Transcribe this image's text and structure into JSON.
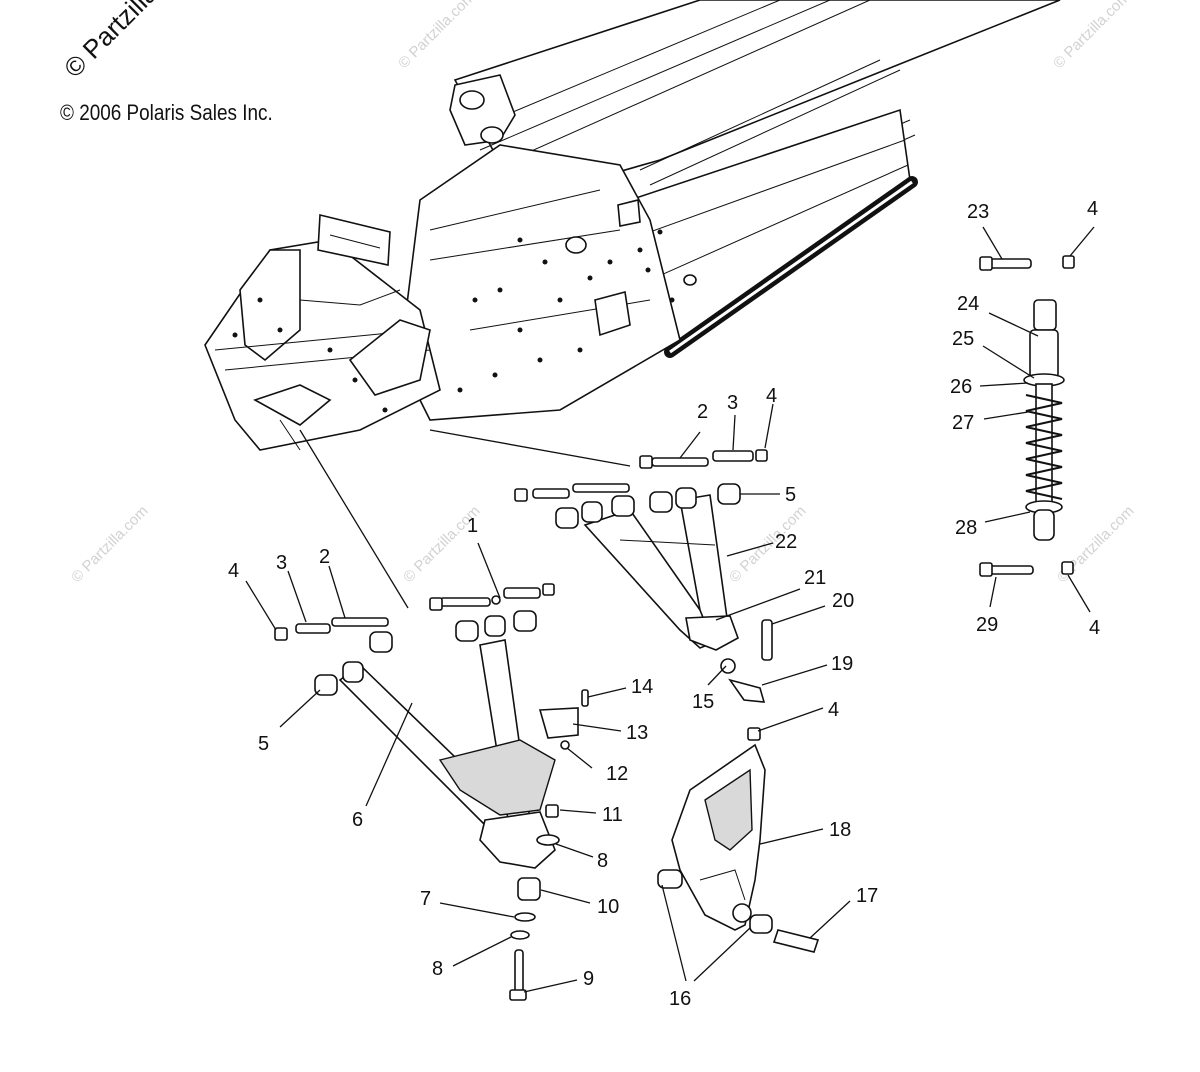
{
  "copyright": "© 2006 Polaris Sales Inc.",
  "watermark": {
    "top_left": "© Partzilla",
    "repeat": "© Partzilla.com"
  },
  "callouts": [
    "1",
    "2",
    "3",
    "4",
    "5",
    "6",
    "7",
    "8",
    "9",
    "10",
    "11",
    "12",
    "13",
    "14",
    "15",
    "16",
    "17",
    "18",
    "19",
    "20",
    "21",
    "22",
    "23",
    "24",
    "25",
    "26",
    "27",
    "28",
    "29"
  ],
  "labels": {
    "l1": "1",
    "l2a": "2",
    "l3a": "3",
    "l4a": "4",
    "l5a": "5",
    "l22": "22",
    "l21": "21",
    "l20": "20",
    "l19": "19",
    "l15": "15",
    "l4b": "4",
    "l3b": "3",
    "l2b": "2",
    "l5b": "5",
    "l6": "6",
    "l14": "14",
    "l13": "13",
    "l12": "12",
    "l11": "11",
    "l8a": "8",
    "l10": "10",
    "l7": "7",
    "l8b": "8",
    "l9": "9",
    "l16": "16",
    "l17": "17",
    "l18": "18",
    "l4c": "4",
    "l23": "23",
    "l4d": "4",
    "l24": "24",
    "l25": "25",
    "l26": "26",
    "l27": "27",
    "l28": "28",
    "l29": "29",
    "l4e": "4"
  }
}
